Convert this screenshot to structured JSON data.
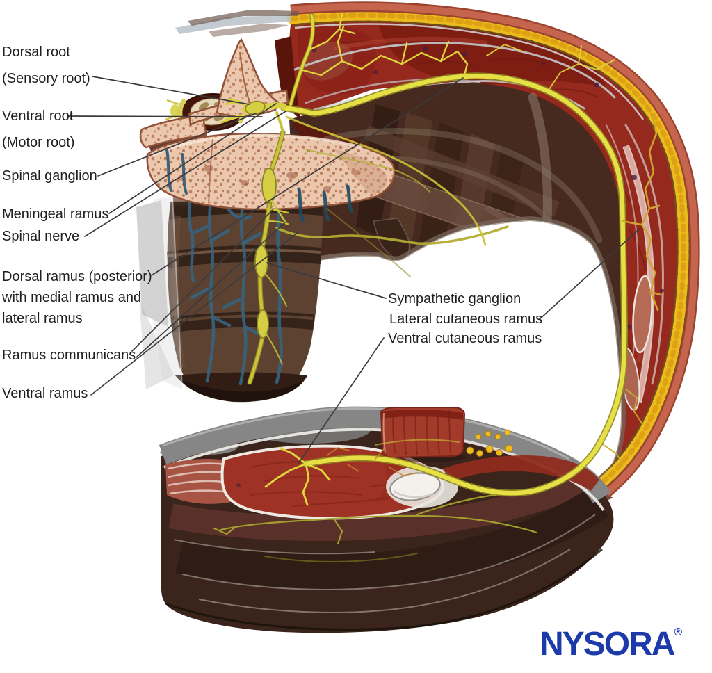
{
  "figure": {
    "type": "anatomical-illustration",
    "subject": "Spinal nerve and its branches at a thoracic level (cross-sectional view of vertebra and body wall)",
    "labels": {
      "dorsal_root": [
        "Dorsal root",
        "(Sensory root)"
      ],
      "ventral_root": [
        "Ventral root",
        "(Motor root)"
      ],
      "spinal_ganglion": "Spinal ganglion",
      "meningeal_ramus": "Meningeal ramus",
      "spinal_nerve": "Spinal nerve",
      "dorsal_ramus": [
        "Dorsal ramus (posterior)",
        "with medial ramus and",
        "lateral ramus"
      ],
      "ramus_communicans": "Ramus communicans",
      "ventral_ramus": "Ventral ramus",
      "sympathetic_ganglion": "Sympathetic ganglion",
      "lateral_cutaneous_ramus": "Lateral cutaneous ramus",
      "ventral_cutaneous_ramus": "Ventral cutaneous ramus"
    },
    "logo": {
      "text": "NYSORA",
      "mark": "®",
      "color": "#1d3aab"
    },
    "palette": {
      "nerve_yellow": "#e6df45",
      "muscle_red": "#96291d",
      "deep_muscle_brown": "#46291f",
      "bone": "#eac7ad",
      "fat_yellow": "#f2c11d",
      "skin_salmon": "#c5654e",
      "vein_blue": "#35647f",
      "leader_line": "#3a3a3c",
      "label_text": "#1f1f1f"
    }
  }
}
